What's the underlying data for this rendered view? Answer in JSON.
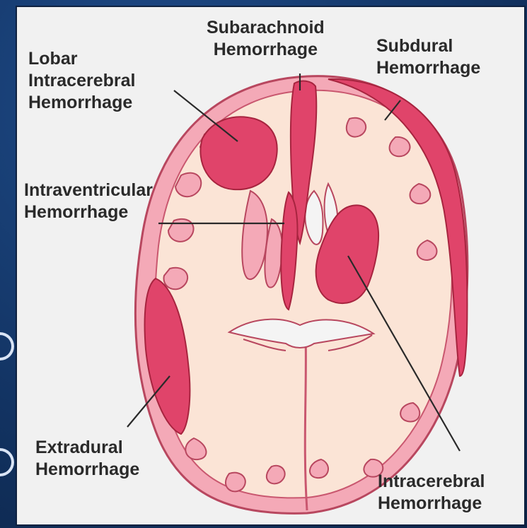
{
  "labels": {
    "subarachnoid": [
      "Subarachnoid",
      "Hemorrhage"
    ],
    "subdural": [
      "Subdural",
      "Hemorrhage"
    ],
    "lobar": [
      "Lobar",
      "Intracerebral",
      "Hemorrhage"
    ],
    "intraventricular": [
      "Intraventricular",
      "Hemorrhage"
    ],
    "extradural": [
      "Extradural",
      "Hemorrhage"
    ],
    "intracerebral": [
      "Intracerebral",
      "Hemorrhage"
    ]
  },
  "colors": {
    "background": "#17396e",
    "panel": "#f1f1f1",
    "brain_tissue": "#fbe4d6",
    "cortex": "#f4a9b7",
    "hemorrhage": "#e0446a",
    "hemorrhage_dark": "#b82a4e",
    "ventricle": "#f4f4f4"
  }
}
